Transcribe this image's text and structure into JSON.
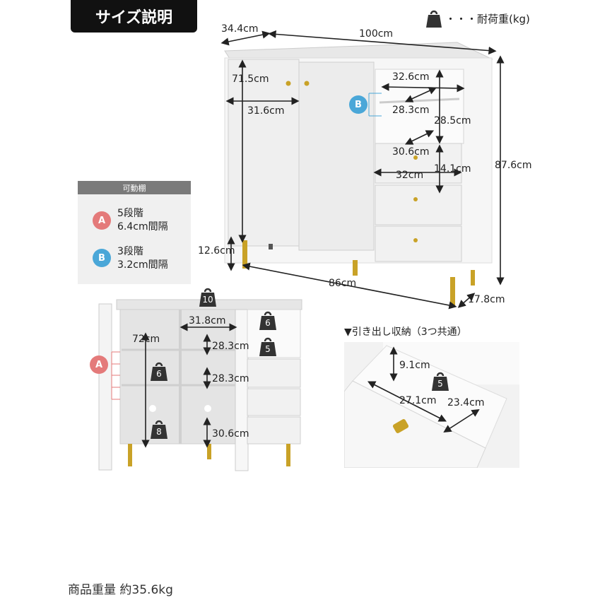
{
  "header": {
    "title": "サイズ説明"
  },
  "load_legend": {
    "label": "・・・耐荷重(kg)",
    "icon": "weight-icon"
  },
  "main_diagram": {
    "depth": "34.4cm",
    "width": "100cm",
    "door_height": "71.5cm",
    "door_width": "31.6cm",
    "shelf_width": "32.6cm",
    "shelf_depth": "28.3cm",
    "shelf_height": "28.5cm",
    "drawer_depth": "30.6cm",
    "drawer_width": "32cm",
    "drawer_height": "14.1cm",
    "total_height": "87.6cm",
    "leg_height": "12.6cm",
    "leg_span": "86cm",
    "leg_depth": "17.8cm",
    "marker_b": "B"
  },
  "shelf_legend": {
    "header": "可動棚",
    "items": [
      {
        "marker": "A",
        "line1": "5段階",
        "line2": "6.4cm間隔"
      },
      {
        "marker": "B",
        "line1": "3段階",
        "line2": "3.2cm間隔"
      }
    ]
  },
  "open_diagram": {
    "top_load": "10",
    "inner_height": "72cm",
    "inner_width": "31.8cm",
    "shelf_gap_1": "28.3cm",
    "shelf_gap_2": "28.3cm",
    "bottom_gap": "30.6cm",
    "load_right_top": "6",
    "load_right_shelf": "5",
    "load_left_shelf": "6",
    "load_bottom": "8",
    "marker_a": "A"
  },
  "drawer_section": {
    "title": "▼引き出し収納（3つ共通）",
    "height": "9.1cm",
    "length": "27.1cm",
    "width": "23.4cm",
    "load": "5"
  },
  "footer": {
    "weight_text": "商品重量 約35.6kg"
  },
  "colors": {
    "marker_a": "#e47a7a",
    "marker_b": "#4aa7d8",
    "gold": "#c9a227",
    "cabinet": "#f3f3f3"
  }
}
